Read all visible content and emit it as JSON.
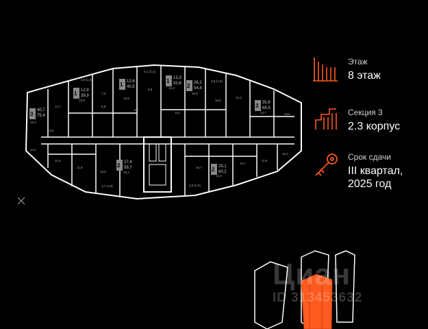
{
  "colors": {
    "accent": "#ff5a1f",
    "background": "#000000",
    "wall": "#ffffff"
  },
  "floor": {
    "label": "Этаж",
    "value": "8 этаж",
    "icon": "floor-stack-icon"
  },
  "section": {
    "label": "Секция 3",
    "value": "2.3 корпус",
    "icon": "section-grid-icon"
  },
  "deadline": {
    "label": "Срок сдачи",
    "value_line1": "III квартал,",
    "value_line2": "2025 год",
    "icon": "key-icon"
  },
  "apartments": [
    {
      "rooms": "3",
      "living": "40,7",
      "total": "75,4"
    },
    {
      "rooms": "1",
      "living": "12,9",
      "total": "39,9"
    },
    {
      "rooms": "1",
      "living": "12,6",
      "total": "40,5"
    },
    {
      "rooms": "1",
      "living": "13,3",
      "total": "32,6"
    },
    {
      "rooms": "2",
      "living": "26,2",
      "total": "54,8"
    },
    {
      "rooms": "3",
      "living": "35,6",
      "total": "68,5"
    },
    {
      "rooms": "2",
      "living": "27,4",
      "total": "59,7"
    },
    {
      "rooms": "2",
      "living": "29,1",
      "total": "60,2"
    }
  ],
  "room_areas": [
    "14,7",
    "13,4",
    "8,8",
    "12,9",
    "7,3",
    "6,9",
    "12,6",
    "9,6",
    "13,3",
    "15,6",
    "16,6",
    "12,4",
    "13,7",
    "13,6",
    "14,4",
    "11,6",
    "11,9",
    "15,5",
    "13,2",
    "10,7",
    "14,4",
    "14,7",
    "11,9",
    "10,1",
    "5,0",
    "5,2",
    "3,5 (1,8)",
    "4,1 (2,1)",
    "3,8 (1,9)",
    "3,7 (1,9)",
    "3,9 (2,0)"
  ],
  "watermark": {
    "brand": "Циан",
    "id_text": "ID 313453632"
  }
}
